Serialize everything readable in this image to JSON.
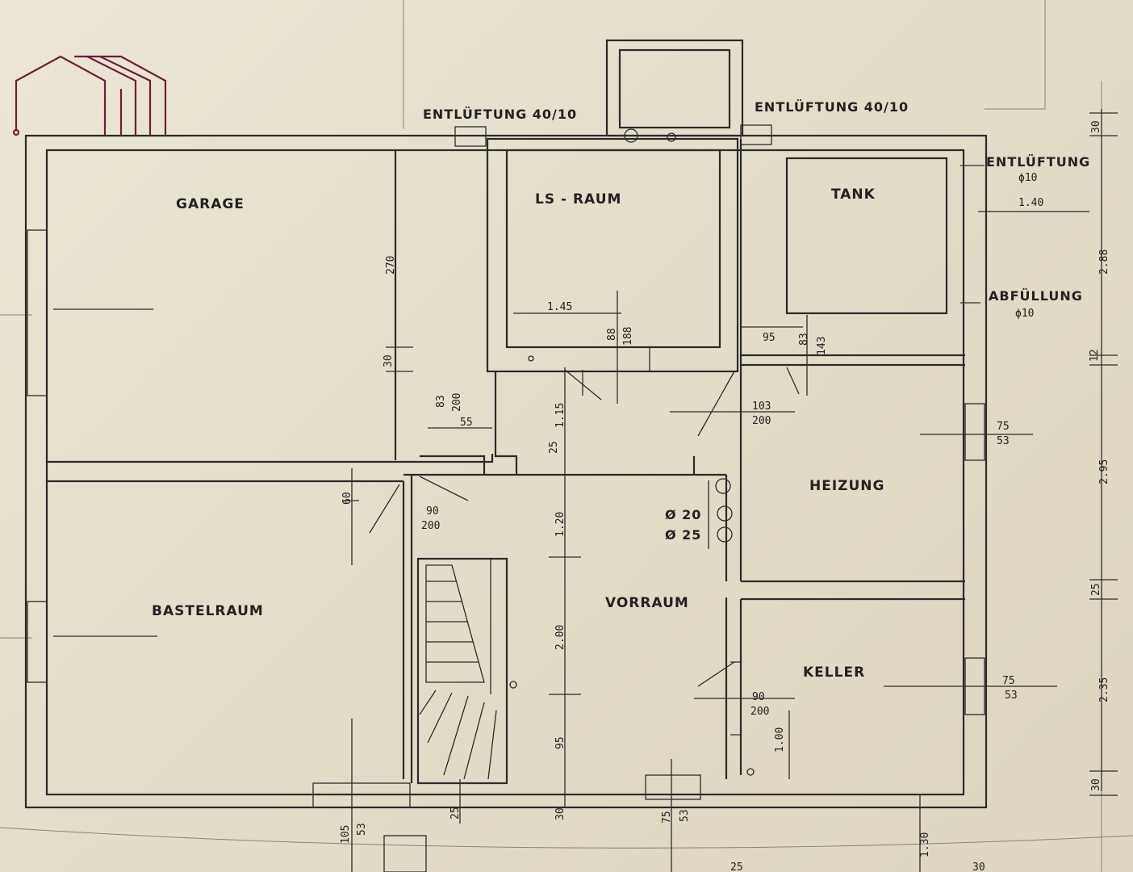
{
  "colors": {
    "ink": "#2b2b2b",
    "paper": "#e6e0cf",
    "logo": "#6b1f3a"
  },
  "logo": {
    "icon": "house-logo-icon"
  },
  "rooms": {
    "garage": "GARAGE",
    "ls_raum": "LS - RAUM",
    "tank": "TANK",
    "heizung": "HEIZUNG",
    "bastelraum": "BASTELRAUM",
    "vorraum": "VORRAUM",
    "keller": "KELLER"
  },
  "labels": {
    "entl_left": "ENTLÜFTUNG 40/10",
    "entl_right": "ENTLÜFTUNG 40/10",
    "entl_side": "ENTLÜFTUNG",
    "entl_side_d": "ϕ10",
    "abf": "ABFÜLLUNG",
    "abf_d": "ϕ10",
    "d20": "Ø 20",
    "d25": "Ø 25"
  },
  "dims": {
    "g270": "270",
    "g30": "30",
    "d145": "1.45",
    "d88": "88",
    "d188": "188",
    "d95": "95",
    "d83b": "83",
    "d143": "143",
    "d140": "1.40",
    "d83": "83",
    "d200a": "200",
    "d55": "55",
    "d115": "1.15",
    "d25a": "25",
    "d103": "103",
    "d200b": "200",
    "d75a": "75",
    "d53a": "53",
    "d60": "60",
    "d90a": "90",
    "d200c": "200",
    "d120": "1.20",
    "d200v": "2.00",
    "d95v": "95",
    "d90b": "90",
    "d200d": "200",
    "d100": "1.00",
    "d75b": "75",
    "d53b": "53",
    "d105": "105",
    "d53c": "53",
    "d25b": "25",
    "d30b": "30",
    "d75c": "75",
    "d53d": "53",
    "d130": "1.30",
    "d25c": "25",
    "d30c": "30",
    "r30": "30",
    "r288": "2.88",
    "r12": "12",
    "r295": "2.95",
    "r25": "25",
    "r235": "2.35",
    "r30b": "30"
  }
}
